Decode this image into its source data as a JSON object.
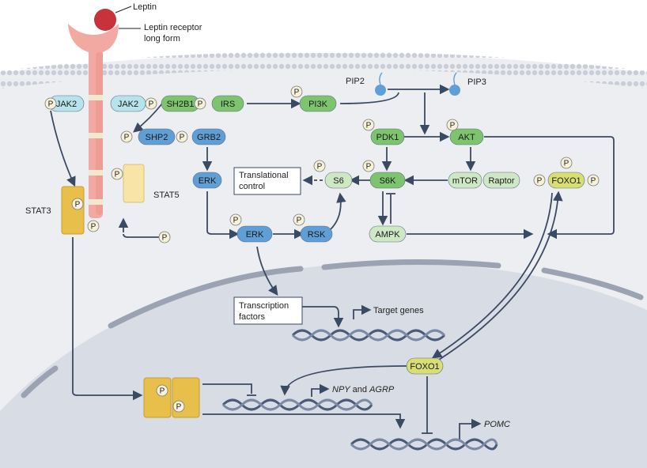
{
  "labels": {
    "leptin": "Leptin",
    "receptor_line1": "Leptin receptor",
    "receptor_line2": "long form",
    "pip2": "PIP2",
    "pip3": "PIP3",
    "stat3": "STAT3",
    "stat5": "STAT5",
    "translational_line1": "Translational",
    "translational_line2": "control",
    "transcription_line1": "Transcription",
    "transcription_line2": "factors",
    "target_genes": "Target genes",
    "npy": "NPY",
    "and": " and ",
    "agrp": "AGRP",
    "pomc": "POMC",
    "phospho": "P"
  },
  "nodes": {
    "jak2_left": "JAK2",
    "jak2_right": "JAK2",
    "sh2b1": "SH2B1",
    "irs": "IRS",
    "pi3k": "PI3K",
    "shp2": "SHP2",
    "grb2": "GRB2",
    "erk1": "ERK",
    "erk2": "ERK",
    "rsk": "RSK",
    "s6": "S6",
    "s6k": "S6K",
    "pdk1": "PDK1",
    "akt": "AKT",
    "mtor": "mTOR",
    "raptor": "Raptor",
    "ampk": "AMPK",
    "foxo1_cyto": "FOXO1",
    "foxo1_nuc": "FOXO1"
  },
  "colors": {
    "cell_bg": "#eceef2",
    "nucleus": "#d8dce5",
    "membrane": "#c7ccd6",
    "receptor": "#f2a9a1",
    "leptin": "#c8323a",
    "jak": "#b7e3ea",
    "green": "#7ec46f",
    "green_light": "#cfe8c4",
    "blue": "#5f9fd6",
    "yellow_green": "#d8de72",
    "stat3": "#e8bf4b",
    "stat5": "#f7e4a6",
    "phospho_fill": "#f7f1d7",
    "arrow": "#3b4a63"
  }
}
